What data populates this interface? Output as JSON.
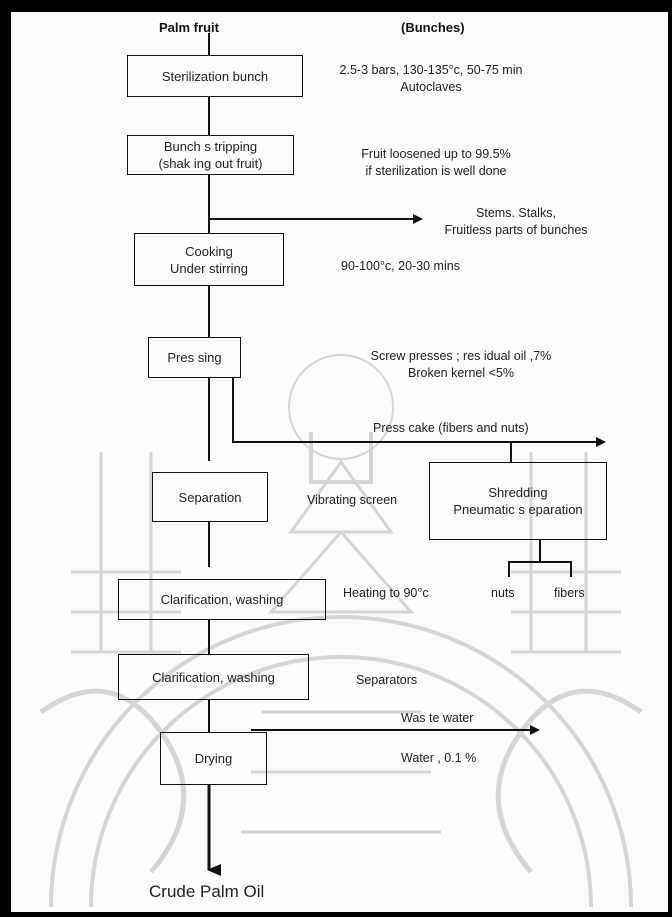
{
  "header": {
    "left": "Palm  fruit",
    "right": "(Bunches)"
  },
  "steps": {
    "sterilization": "Sterilization  bunch",
    "stripping": "Bunch s tripping\n(shak ing out fruit)",
    "cooking": "Cooking\nUnder stirring",
    "pressing": "Pres sing",
    "separation": "Separation",
    "shredding": "Shredding\nPneumatic s eparation",
    "clarification1": "Clarification, washing",
    "clarification2": "Clarification, washing",
    "drying": "Drying"
  },
  "notes": {
    "sterilization": "2.5-3 bars, 130-135°c, 50-75 min\nAutoclaves",
    "stripping": "Fruit loosened up to 99.5%\nif sterilization is well done",
    "stems": "Stems. Stalks,\nFruitless parts of bunches",
    "cooking": "90-100°c, 20-30 mins",
    "pressing": "Screw presses ; res idual oil ,7%\nBroken kernel  <5%",
    "press_cake": "Press cake (fibers and nuts)",
    "vibrating": "Vibrating screen",
    "heating": "Heating to 90°c",
    "nuts": "nuts",
    "fibers": "fibers",
    "separators": "Separators",
    "waste_water": "Was te water",
    "water": "Water , 0.1 %"
  },
  "output": {
    "label": "Crude  Palm  Oil"
  },
  "colors": {
    "line": "#111111",
    "watermark": "#d4d4d4",
    "paper": "#fbfbfb",
    "frame": "#000000"
  }
}
